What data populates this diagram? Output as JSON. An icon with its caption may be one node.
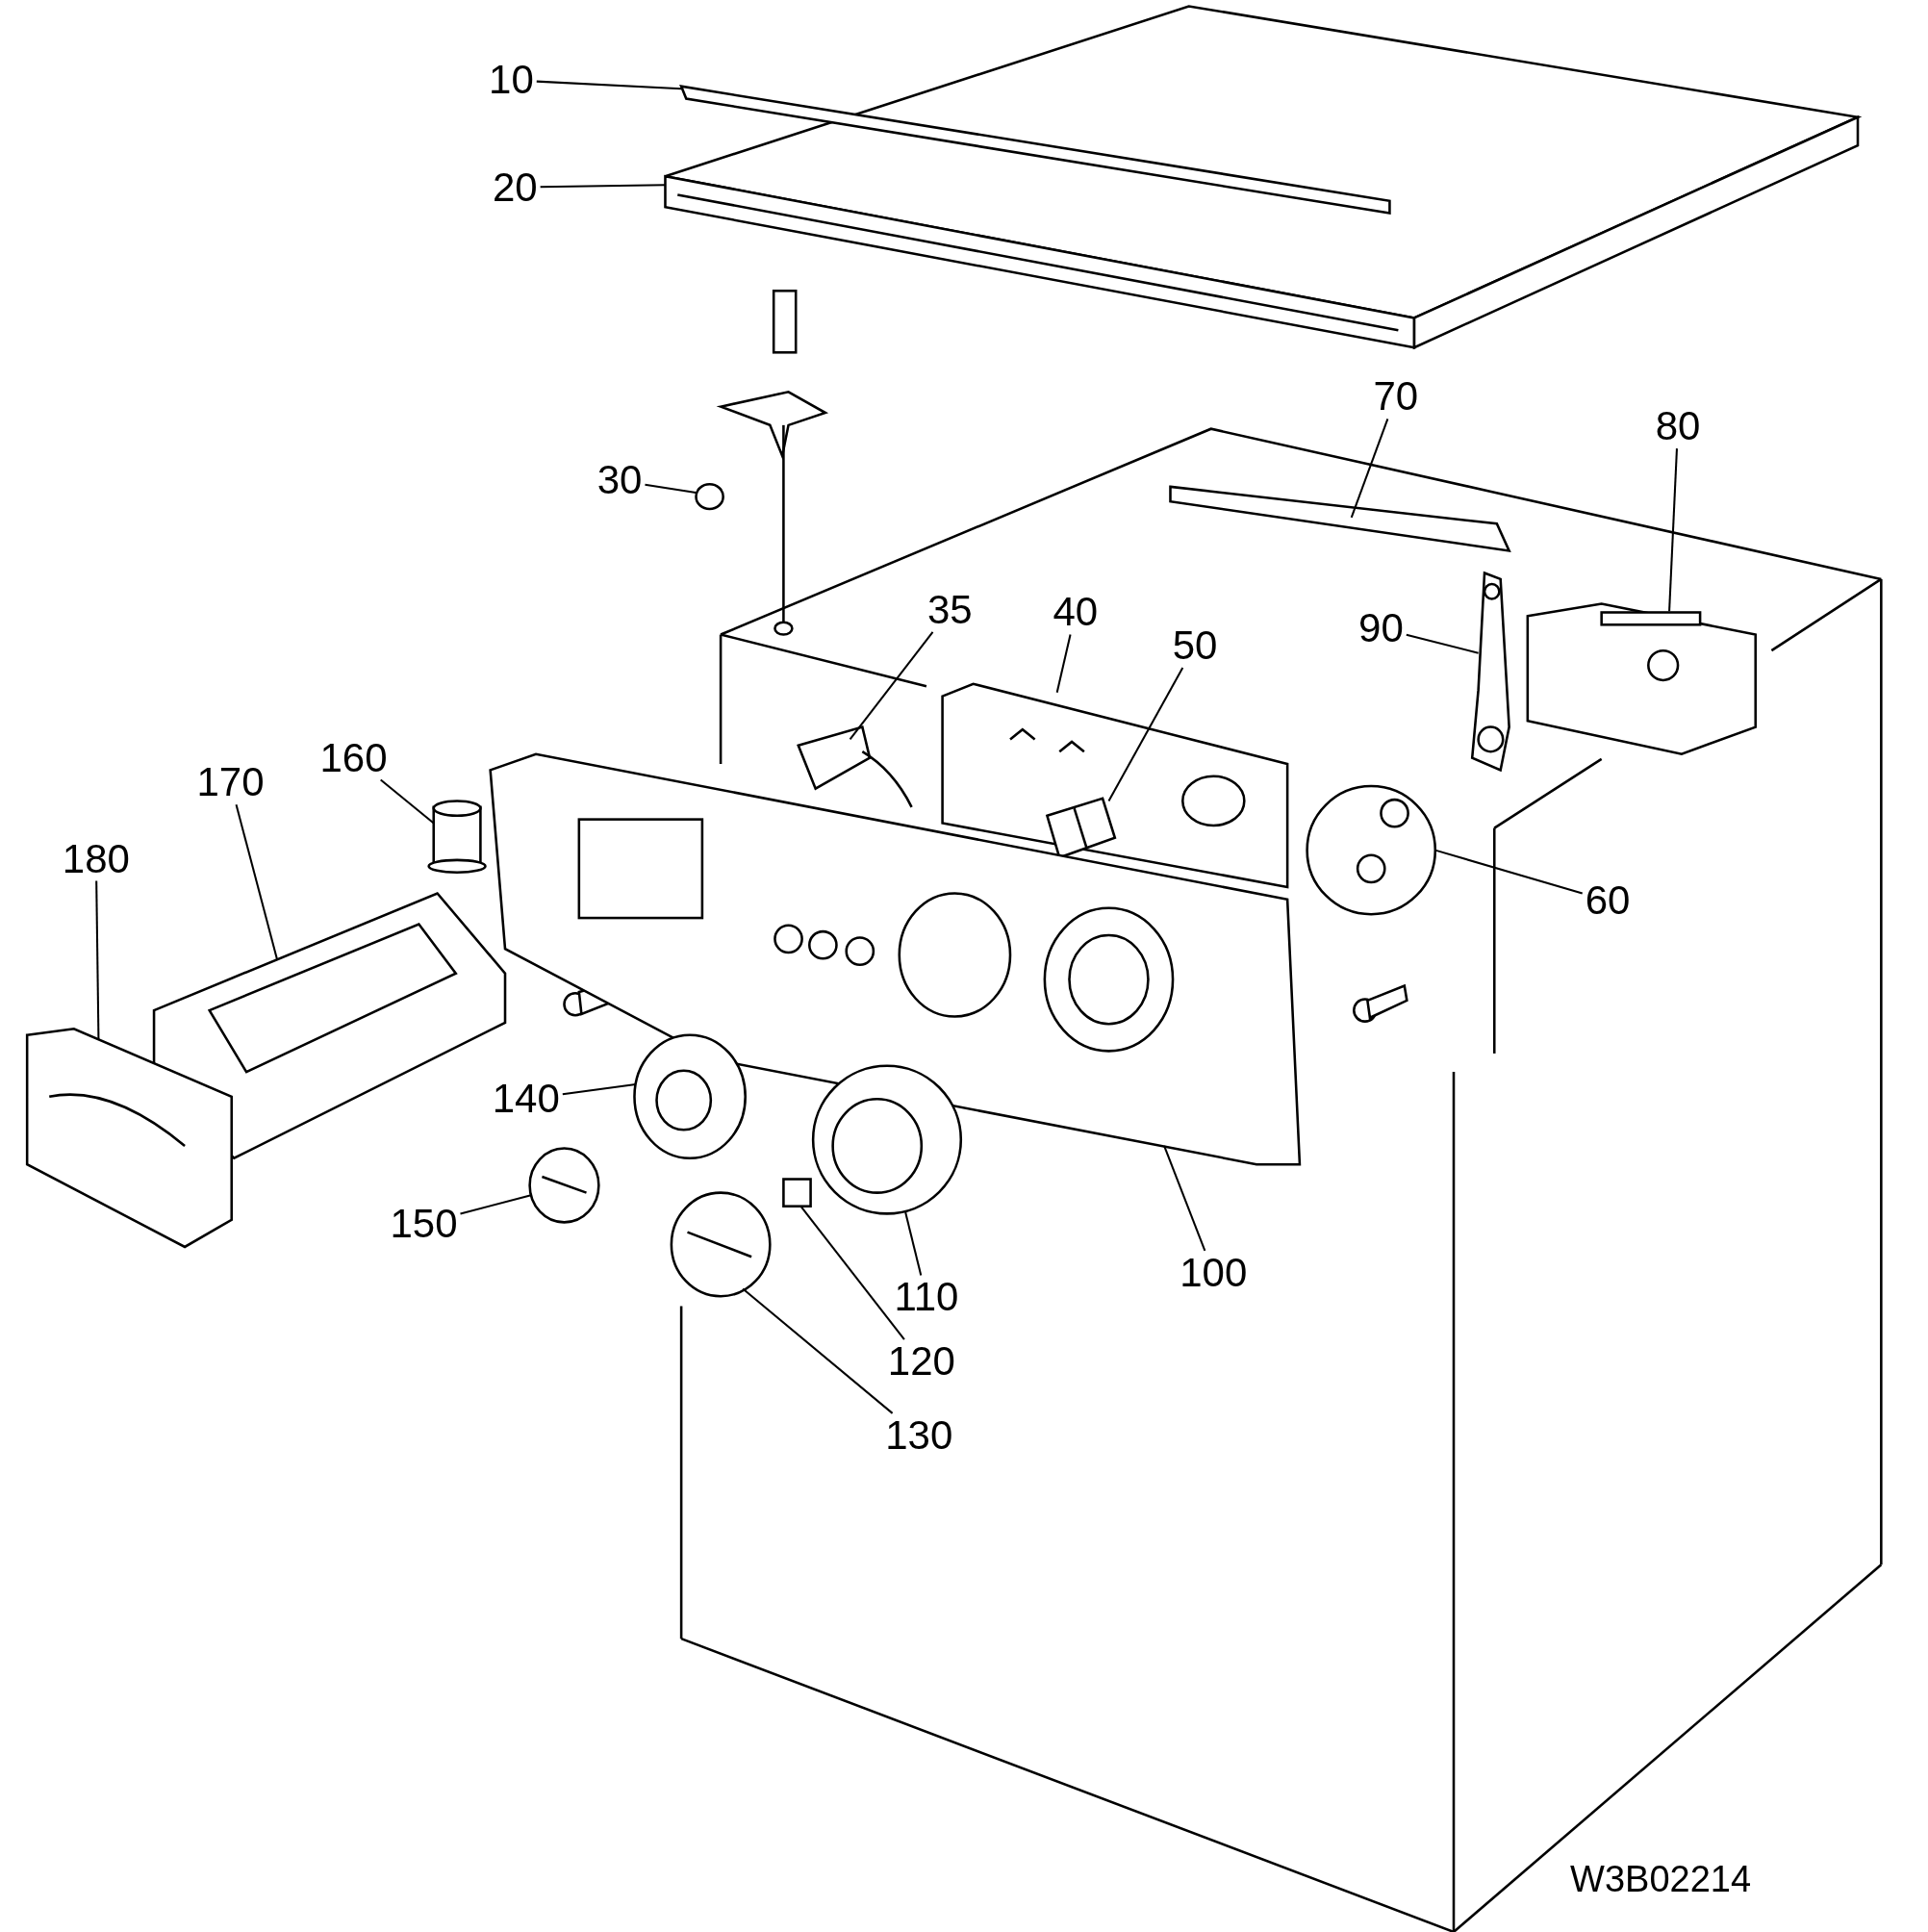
{
  "diagram": {
    "nodes": [
      {
        "text": [
          "10"
        ]
      },
      {
        "text": [
          "20"
        ]
      },
      {
        "text": [
          "30"
        ]
      },
      {
        "text": [
          "35"
        ]
      },
      {
        "text": [
          "40"
        ]
      },
      {
        "text": [
          "50"
        ]
      },
      {
        "text": [
          "60"
        ]
      },
      {
        "text": [
          "70"
        ]
      },
      {
        "text": [
          "80"
        ]
      },
      {
        "text": [
          "90"
        ]
      },
      {
        "text": [
          "100"
        ]
      },
      {
        "text": [
          "110"
        ]
      },
      {
        "text": [
          "120"
        ]
      },
      {
        "text": [
          "130"
        ]
      },
      {
        "text": [
          "140"
        ]
      },
      {
        "text": [
          "150"
        ]
      },
      {
        "text": [
          "160"
        ]
      },
      {
        "text": [
          "170"
        ]
      },
      {
        "text": [
          "180"
        ]
      },
      {
        "text": [],
        "shape": "bar",
        "in": 20
      },
      {
        "text": [],
        "shape": "picture"
      },
      {
        "text": [],
        "shape": "circle"
      },
      {
        "text": [],
        "shape": "picture"
      },
      {
        "text": [],
        "shape": "picture"
      },
      {
        "text": [],
        "shape": "picture",
        "in": 23
      },
      {
        "text": [],
        "shape": "picture"
      },
      {
        "text": [],
        "shape": "bar"
      },
      {
        "text": [],
        "shape": "picture"
      },
      {
        "text": [],
        "shape": "picture"
      },
      {
        "text": [],
        "shape": "picture"
      },
      {
        "text": [],
        "shape": "picture"
      },
      {
        "text": [],
        "shape": "box"
      },
      {
        "text": [],
        "shape": "picture"
      },
      {
        "text": [],
        "shape": "picture"
      },
      {
        "text": [],
        "shape": "picture"
      },
      {
        "text": [],
        "shape": "cylinder"
      },
      {
        "text": [],
        "shape": "picture"
      },
      {
        "text": [],
        "shape": "picture"
      }
    ],
    "edges": [
      {
        "from": 0,
        "to": 19,
        "arrow": "none"
      },
      {
        "from": 1,
        "to": 20,
        "arrow": "none"
      },
      {
        "from": 2,
        "to": 21,
        "arrow": "none"
      },
      {
        "from": 3,
        "to": 22,
        "arrow": "none"
      },
      {
        "from": 4,
        "to": 23,
        "arrow": "none"
      },
      {
        "from": 5,
        "to": 24,
        "arrow": "none"
      },
      {
        "from": 6,
        "to": 25,
        "arrow": "none"
      },
      {
        "from": 7,
        "to": 26,
        "arrow": "none"
      },
      {
        "from": 8,
        "to": 27,
        "arrow": "none"
      },
      {
        "from": 9,
        "to": 28,
        "arrow": "none"
      },
      {
        "from": 10,
        "to": 29,
        "arrow": "none"
      },
      {
        "from": 11,
        "to": 30,
        "arrow": "none"
      },
      {
        "from": 12,
        "to": 31,
        "arrow": "none"
      },
      {
        "from": 13,
        "to": 32,
        "arrow": "none"
      },
      {
        "from": 14,
        "to": 33,
        "arrow": "none"
      },
      {
        "from": 15,
        "to": 34,
        "arrow": "none"
      },
      {
        "from": 16,
        "to": 35,
        "arrow": "none"
      },
      {
        "from": 17,
        "to": 36,
        "arrow": "none"
      },
      {
        "from": 18,
        "to": 37,
        "arrow": "none"
      }
    ],
    "labels": [
      "W3B02214"
    ]
  }
}
